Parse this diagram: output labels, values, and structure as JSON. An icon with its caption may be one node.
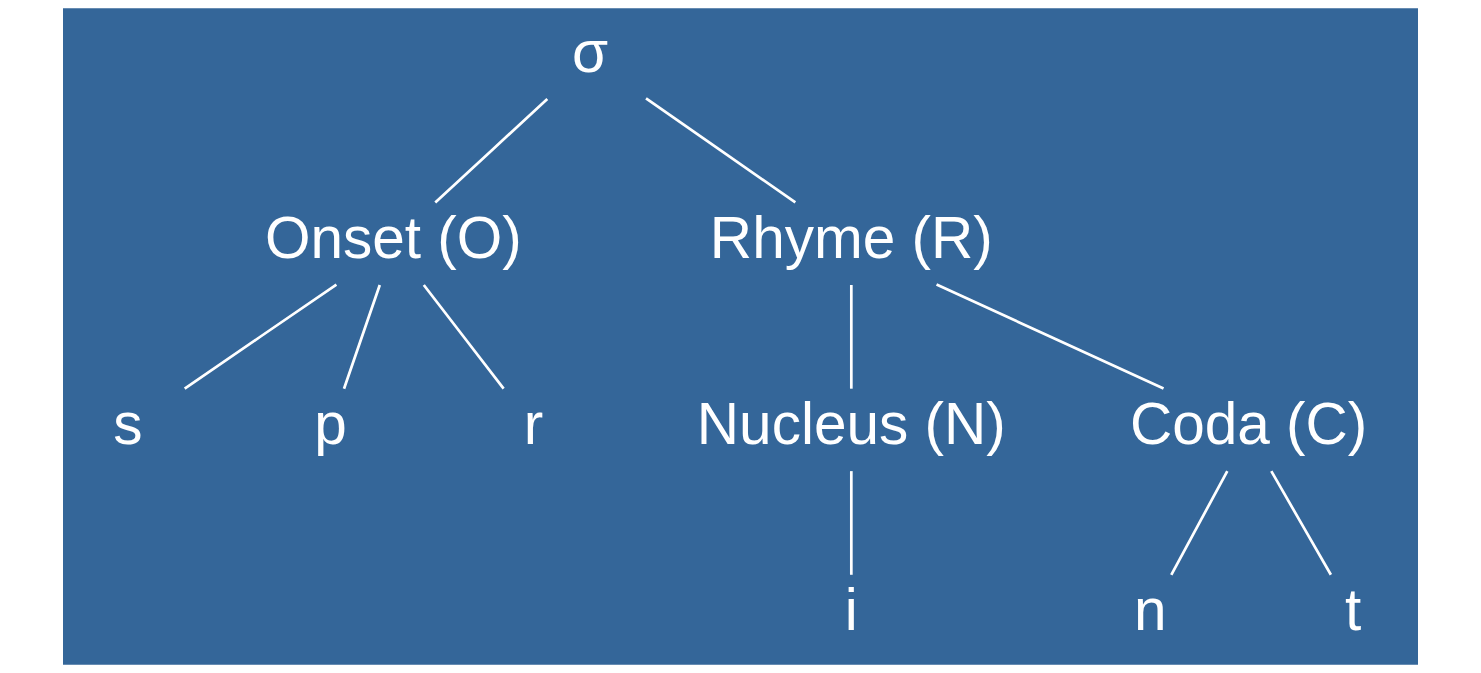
{
  "diagram": {
    "nodes": [
      {
        "text": [
          "σ"
        ]
      },
      {
        "text": [
          "Onset (O)"
        ]
      },
      {
        "text": [
          "Rhyme (R)"
        ]
      },
      {
        "text": [
          "s"
        ]
      },
      {
        "text": [
          "p"
        ]
      },
      {
        "text": [
          "r"
        ]
      },
      {
        "text": [
          "Nucleus (N)"
        ]
      },
      {
        "text": [
          "Coda (C)"
        ]
      },
      {
        "text": [
          "i"
        ]
      },
      {
        "text": [
          "n"
        ]
      },
      {
        "text": [
          "t"
        ]
      }
    ],
    "edges": [
      {
        "from": 0,
        "to": 1,
        "arrow": "none"
      },
      {
        "from": 0,
        "to": 2,
        "arrow": "none"
      },
      {
        "from": 1,
        "to": 3,
        "arrow": "none"
      },
      {
        "from": 1,
        "to": 4,
        "arrow": "none"
      },
      {
        "from": 1,
        "to": 5,
        "arrow": "none"
      },
      {
        "from": 2,
        "to": 6,
        "arrow": "none"
      },
      {
        "from": 2,
        "to": 7,
        "arrow": "none"
      },
      {
        "from": 6,
        "to": 8,
        "arrow": "none"
      },
      {
        "from": 7,
        "to": 9,
        "arrow": "none"
      },
      {
        "from": 7,
        "to": 10,
        "arrow": "none"
      }
    ]
  }
}
